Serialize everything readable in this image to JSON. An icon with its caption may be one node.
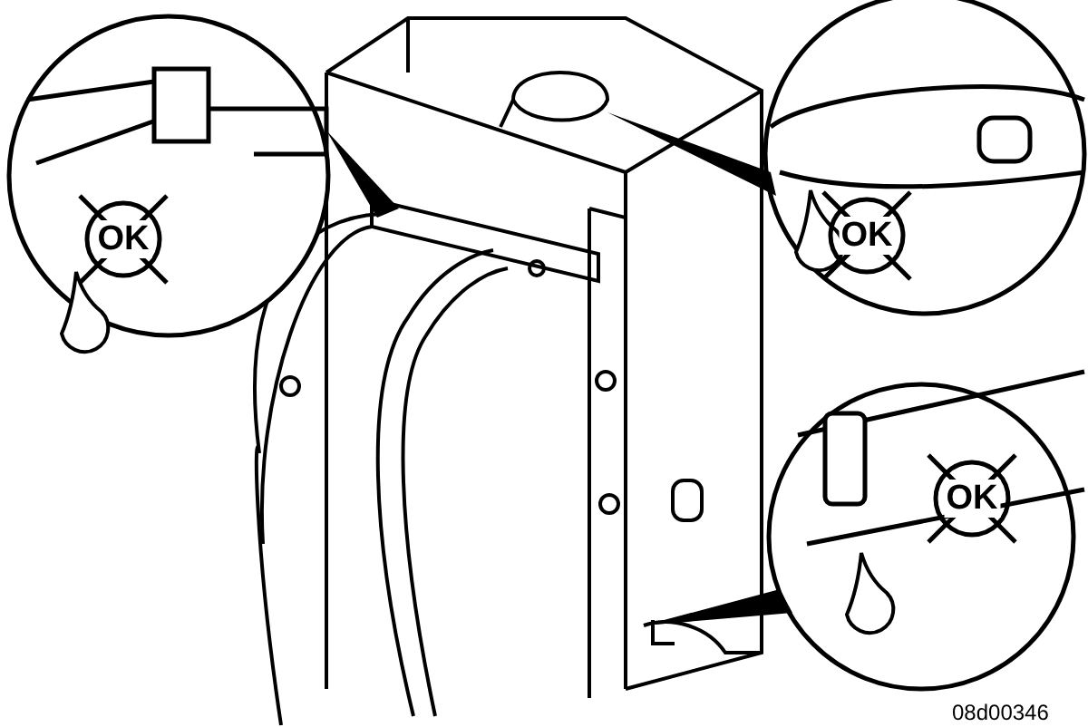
{
  "diagram": {
    "labels": [
      "OK",
      "OK",
      "OK",
      "08d00346"
    ]
  }
}
